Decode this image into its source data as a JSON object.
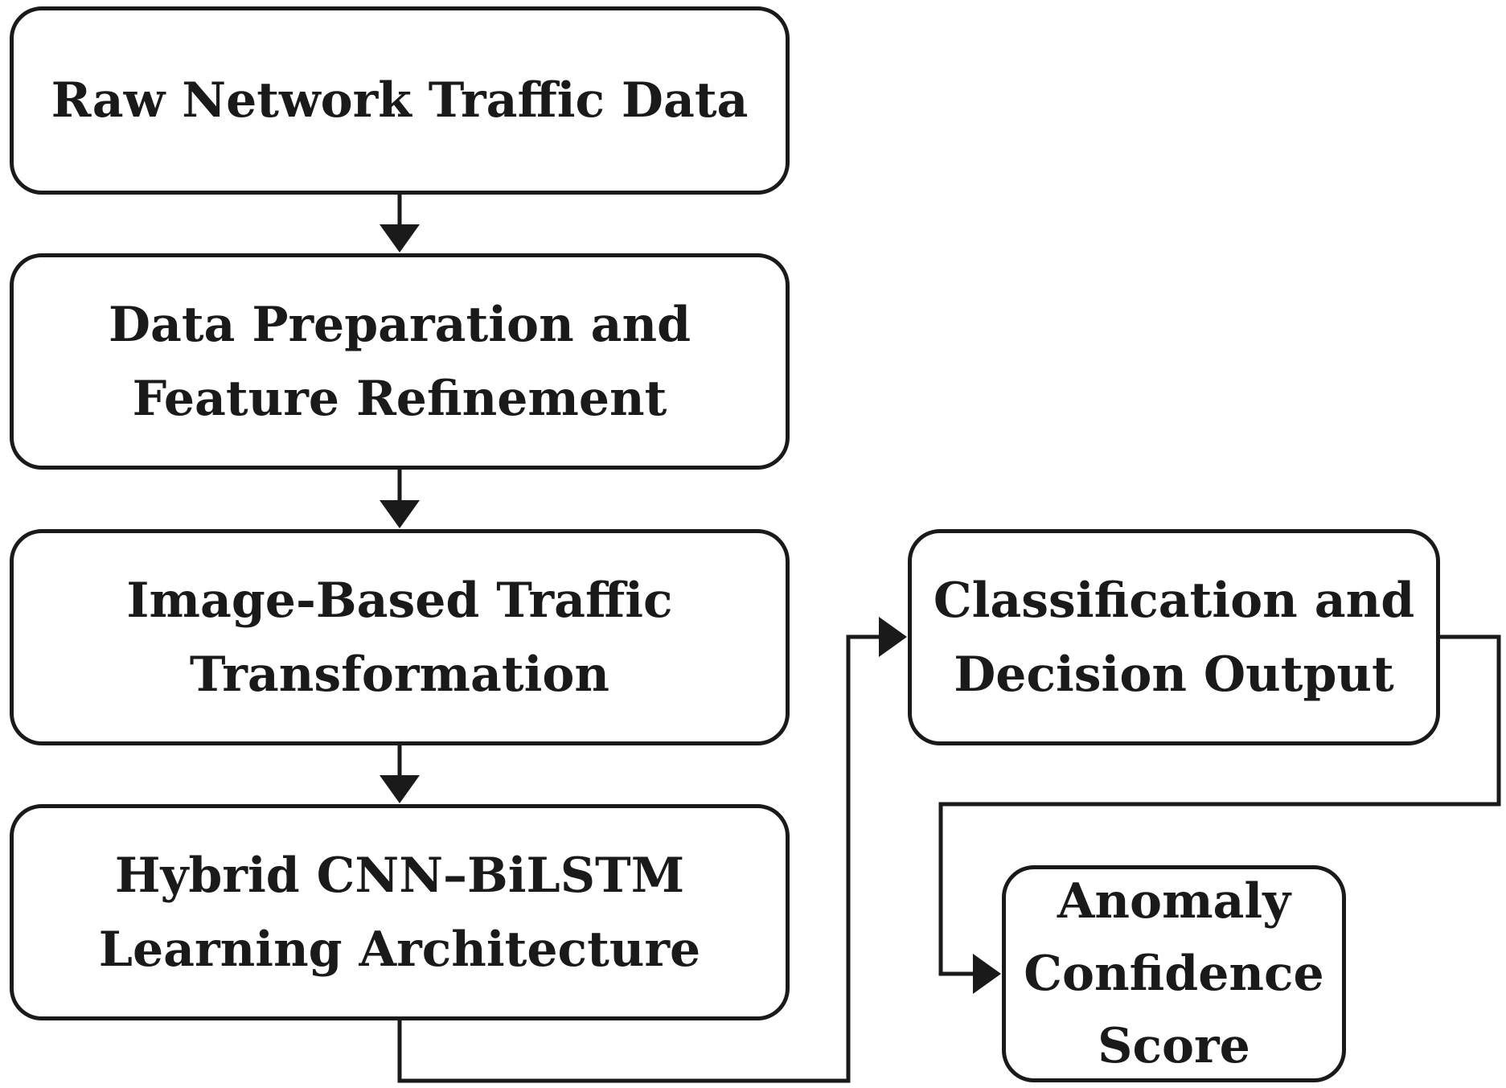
{
  "diagram": {
    "nodes": [
      {
        "id": "raw",
        "label": "Raw Network Traffic Data"
      },
      {
        "id": "prep",
        "label": "Data Preparation and\nFeature Refinement"
      },
      {
        "id": "image",
        "label": "Image-Based Traffic\nTransformation"
      },
      {
        "id": "hybrid",
        "label": "Hybrid CNN–BiLSTM\nLearning Architecture"
      },
      {
        "id": "classify",
        "label": "Classification and\nDecision Output"
      },
      {
        "id": "anomaly",
        "label": "Anomaly\nConfidence\nScore"
      }
    ],
    "edges": [
      {
        "from": "raw",
        "to": "prep"
      },
      {
        "from": "prep",
        "to": "image"
      },
      {
        "from": "image",
        "to": "hybrid"
      },
      {
        "from": "hybrid",
        "to": "classify"
      },
      {
        "from": "classify",
        "to": "anomaly"
      }
    ],
    "colors": {
      "stroke": "#1a1a1a",
      "fill": "#ffffff",
      "text": "#1a1a1a"
    }
  }
}
